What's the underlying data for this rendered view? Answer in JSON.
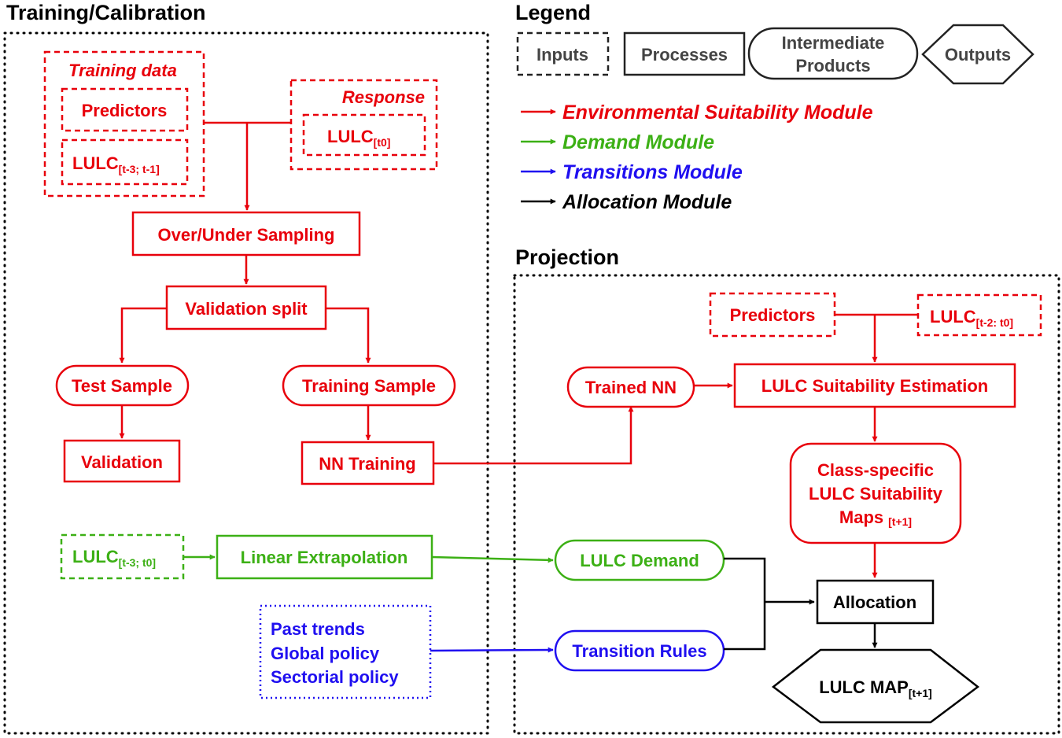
{
  "sections": {
    "training": "Training/Calibration",
    "legend": "Legend",
    "projection": "Projection"
  },
  "legend": {
    "inputs": "Inputs",
    "processes": "Processes",
    "intermediate_line1": "Intermediate",
    "intermediate_line2": "Products",
    "outputs": "Outputs",
    "modules": [
      {
        "label": "Environmental Suitability Module",
        "color": "#e8000b"
      },
      {
        "label": "Demand Module",
        "color": "#3cb015"
      },
      {
        "label": "Transitions Module",
        "color": "#1f0ff0"
      },
      {
        "label": "Allocation Module",
        "color": "#000000"
      }
    ]
  },
  "training": {
    "training_data": "Training data",
    "predictors": "Predictors",
    "lulc_hist": {
      "base": "LULC",
      "sub": "[t-3; t-1]"
    },
    "response": "Response",
    "lulc_t0": {
      "base": "LULC",
      "sub": "[t0]"
    },
    "over_under": "Over/Under Sampling",
    "validation_split": "Validation split",
    "test_sample": "Test Sample",
    "training_sample": "Training Sample",
    "validation": "Validation",
    "nn_training": "NN Training"
  },
  "demand": {
    "lulc_input": {
      "base": "LULC",
      "sub": "[t-3; t0]"
    },
    "linear_extrapolation": "Linear Extrapolation",
    "lulc_demand": "LULC Demand"
  },
  "transitions": {
    "inputs": [
      "Past trends",
      "Global policy",
      "Sectorial policy"
    ],
    "transition_rules": "Transition Rules"
  },
  "projection": {
    "predictors": "Predictors",
    "lulc_input": {
      "base": "LULC",
      "sub": "[t-2: t0]"
    },
    "trained_nn": "Trained NN",
    "suitability_estimation": "LULC Suitability Estimation",
    "maps_line1": "Class-specific",
    "maps_line2": "LULC Suitability",
    "maps_line3": "Maps",
    "maps_sub": "[t+1]",
    "allocation": "Allocation",
    "lulc_map": {
      "base": "LULC MAP",
      "sub": "[t+1]"
    }
  }
}
